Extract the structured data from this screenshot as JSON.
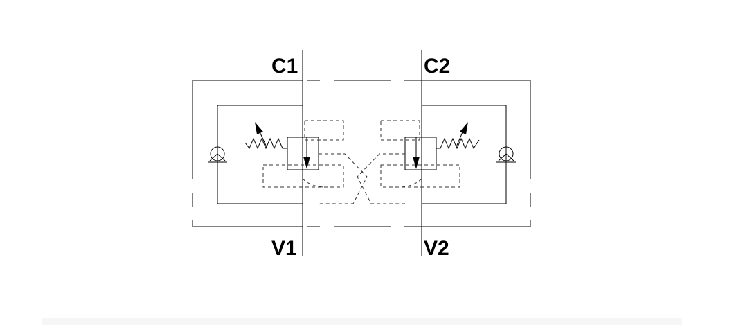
{
  "diagram": {
    "ports": {
      "c1": "C1",
      "c2": "C2",
      "v1": "V1",
      "v2": "V2"
    },
    "symbols": {
      "left_check_valve": "check-valve-icon",
      "right_check_valve": "check-valve-icon",
      "left_spring": "adjustable-spring-icon",
      "right_spring": "adjustable-spring-icon",
      "left_valve": "counterbalance-valve-icon",
      "right_valve": "counterbalance-valve-icon"
    },
    "colors": {
      "line": "#000000",
      "pilot_line": "#333333",
      "background": "#ffffff"
    }
  }
}
